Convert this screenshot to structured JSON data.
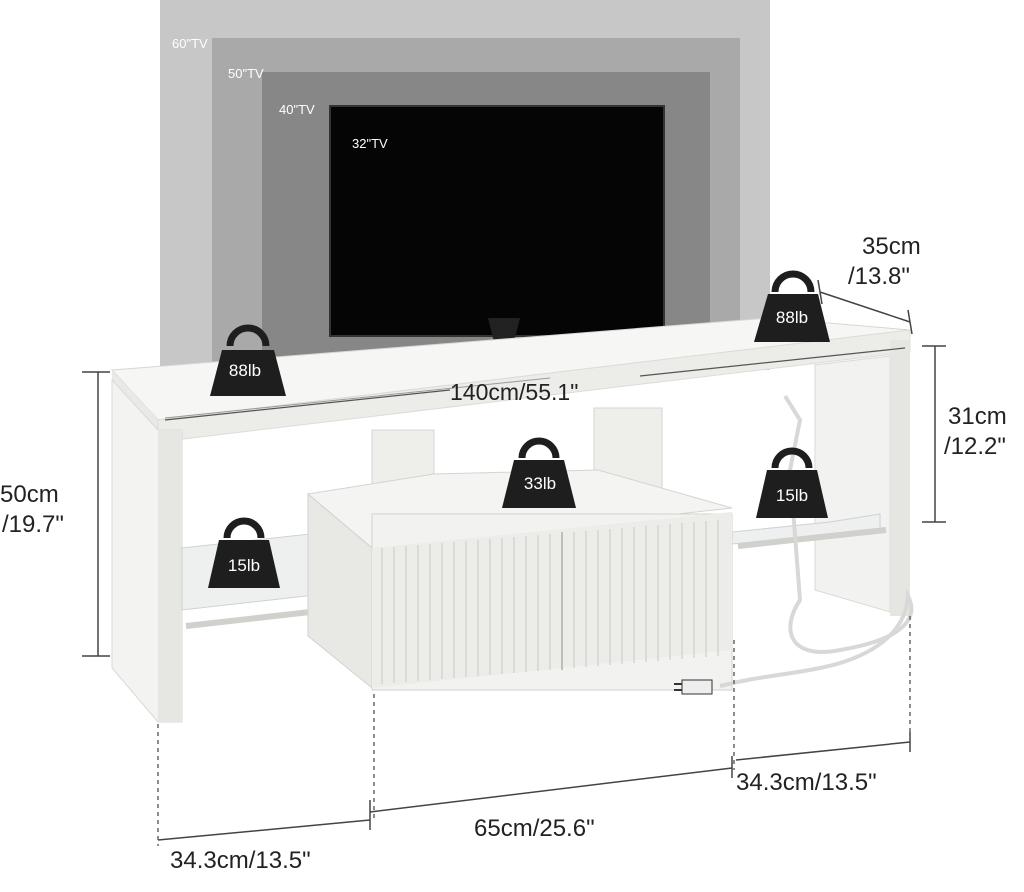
{
  "tv_sizes": [
    {
      "label": "60\"TV",
      "color": "#c4c4c4"
    },
    {
      "label": "50\"TV",
      "color": "#a6a6a6"
    },
    {
      "label": "40\"TV",
      "color": "#858585"
    },
    {
      "label": "32\"TV",
      "color": "#000000"
    }
  ],
  "dimensions": {
    "width": "140cm/55.1\"",
    "depth_cm": "35cm",
    "depth_in": "/13.8\"",
    "top_gap_cm": "31cm",
    "top_gap_in": "/12.2\"",
    "height_cm": "50cm",
    "height_in": "/19.7\"",
    "left_section": "34.3cm/13.5\"",
    "center_section": "65cm/25.6\"",
    "right_section": "34.3cm/13.5\""
  },
  "weights": {
    "top_left": "88lb",
    "top_right": "88lb",
    "center_shelf": "33lb",
    "left_shelf": "15lb",
    "right_shelf": "15lb"
  },
  "colors": {
    "furniture": "#f4f4f2",
    "weight_icon": "#1e1e1e",
    "dimension_line": "#444444"
  }
}
